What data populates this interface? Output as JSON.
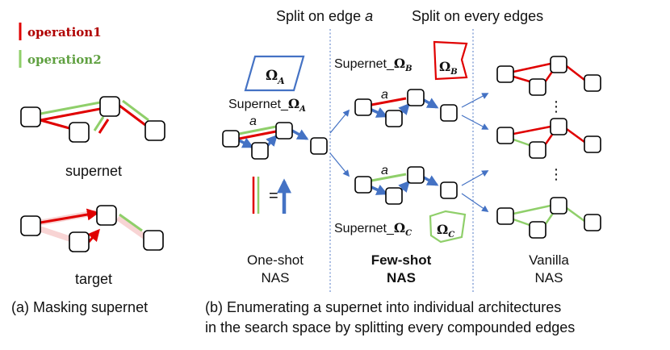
{
  "legend": {
    "op1_label": "operation1",
    "op2_label": "operation2",
    "op1_color": "#e00000",
    "op2_color": "#8fcf6a"
  },
  "colors": {
    "arrow_blue": "#4472c4",
    "divider_blue": "#6f8fcf",
    "text": "#111111"
  },
  "panel_a": {
    "supernet_label": "supernet",
    "target_label": "target",
    "caption": "(a) Masking supernet"
  },
  "panel_b": {
    "header_split_a_prefix": "Split on edge ",
    "header_split_a_var": "a",
    "header_split_all": "Split on every edges",
    "edge_label": "a",
    "omega_a": "Ω",
    "omega_a_sub": "A",
    "omega_b": "Ω",
    "omega_b_sub": "B",
    "omega_c": "Ω",
    "omega_c_sub": "C",
    "supernet_prefix": "Supernet_",
    "equals": "=",
    "vdots": "⋮",
    "oneshot_line1": "One-shot",
    "oneshot_line2": "NAS",
    "fewshot_line1": "Few-shot",
    "fewshot_line2": "NAS",
    "vanilla_line1": "Vanilla",
    "vanilla_line2": "NAS",
    "caption_line1": "(b) Enumerating a supernet into individual architectures",
    "caption_line2": "in the search space by splitting every compounded edges"
  }
}
